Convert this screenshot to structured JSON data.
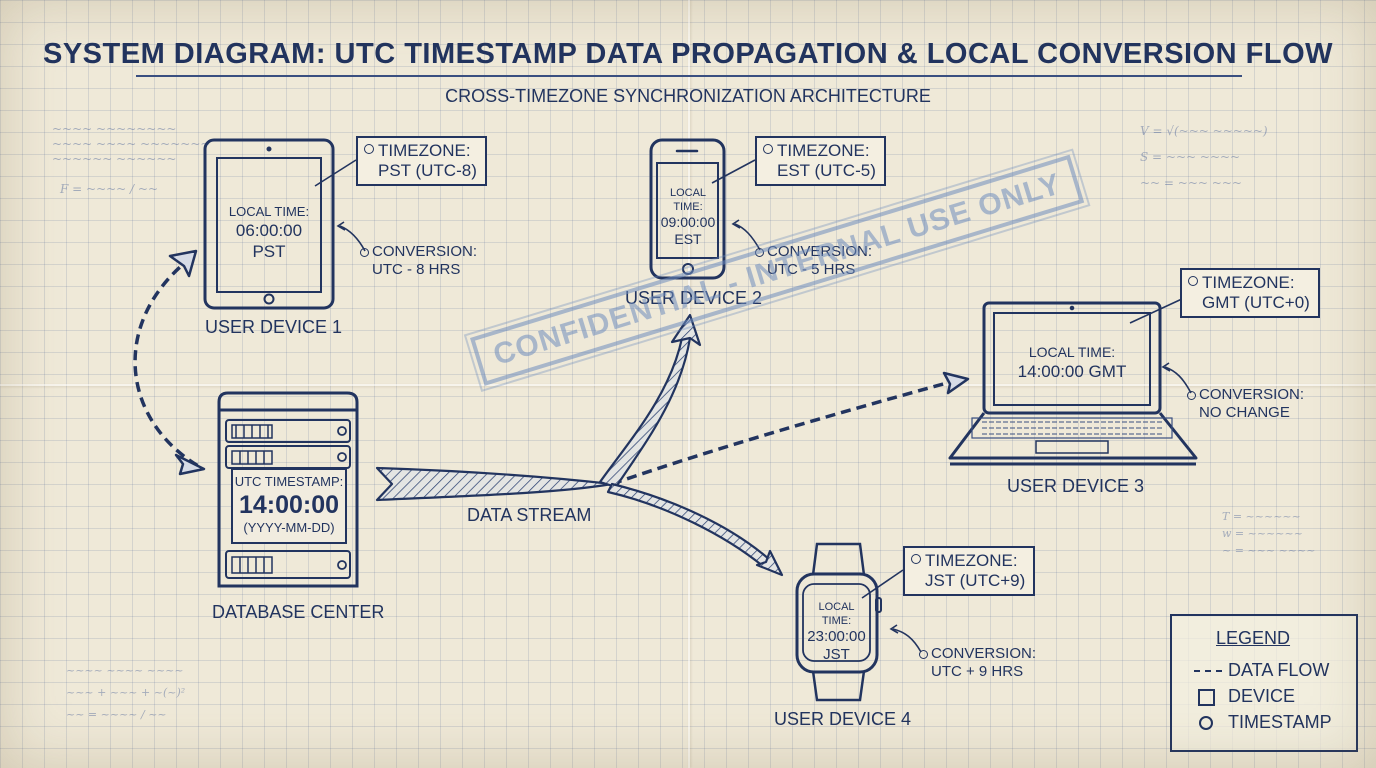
{
  "title": "SYSTEM DIAGRAM: UTC TIMESTAMP DATA PROPAGATION & LOCAL CONVERSION FLOW",
  "subtitle": "CROSS-TIMEZONE SYNCHRONIZATION ARCHITECTURE",
  "stamp": "CONFIDENTIAL - INTERNAL USE ONLY",
  "database": {
    "label": "DATABASE CENTER",
    "ts_label": "UTC TIMESTAMP:",
    "ts_time": "14:00:00",
    "ts_format": "(YYYY-MM-DD)"
  },
  "stream_label": "DATA STREAM",
  "devices": [
    {
      "label": "USER DEVICE 1",
      "local_label": "LOCAL TIME:",
      "local_time": "06:00:00",
      "zone_abbr": "PST",
      "tz_title": "TIMEZONE:",
      "tz_value": "PST (UTC-8)",
      "conv_title": "CONVERSION:",
      "conv_value": "UTC - 8 HRS"
    },
    {
      "label": "USER DEVICE 2",
      "local_label": "LOCAL TIME:",
      "local_time": "09:00:00",
      "zone_abbr": "EST",
      "tz_title": "TIMEZONE:",
      "tz_value": "EST (UTC-5)",
      "conv_title": "CONVERSION:",
      "conv_value": "UTC - 5 HRS"
    },
    {
      "label": "USER DEVICE 3",
      "local_label": "LOCAL TIME:",
      "local_time": "14:00:00 GMT",
      "tz_title": "TIMEZONE:",
      "tz_value": "GMT (UTC+0)",
      "conv_title": "CONVERSION:",
      "conv_value": "NO CHANGE"
    },
    {
      "label": "USER DEVICE 4",
      "local_label": "LOCAL TIME:",
      "local_time": "23:00:00",
      "zone_abbr": "JST",
      "tz_title": "TIMEZONE:",
      "tz_value": "JST (UTC+9)",
      "conv_title": "CONVERSION:",
      "conv_value": "UTC + 9 HRS"
    }
  ],
  "legend": {
    "title": "LEGEND",
    "items": [
      {
        "symbol": "dashed-line",
        "label": "DATA FLOW"
      },
      {
        "symbol": "square",
        "label": "DEVICE"
      },
      {
        "symbol": "circle",
        "label": "TIMESTAMP"
      }
    ]
  },
  "colors": {
    "ink": "#22345f",
    "paper": "#efe9d8",
    "grid": "#465f96",
    "stamp": "#6e8cbe"
  }
}
